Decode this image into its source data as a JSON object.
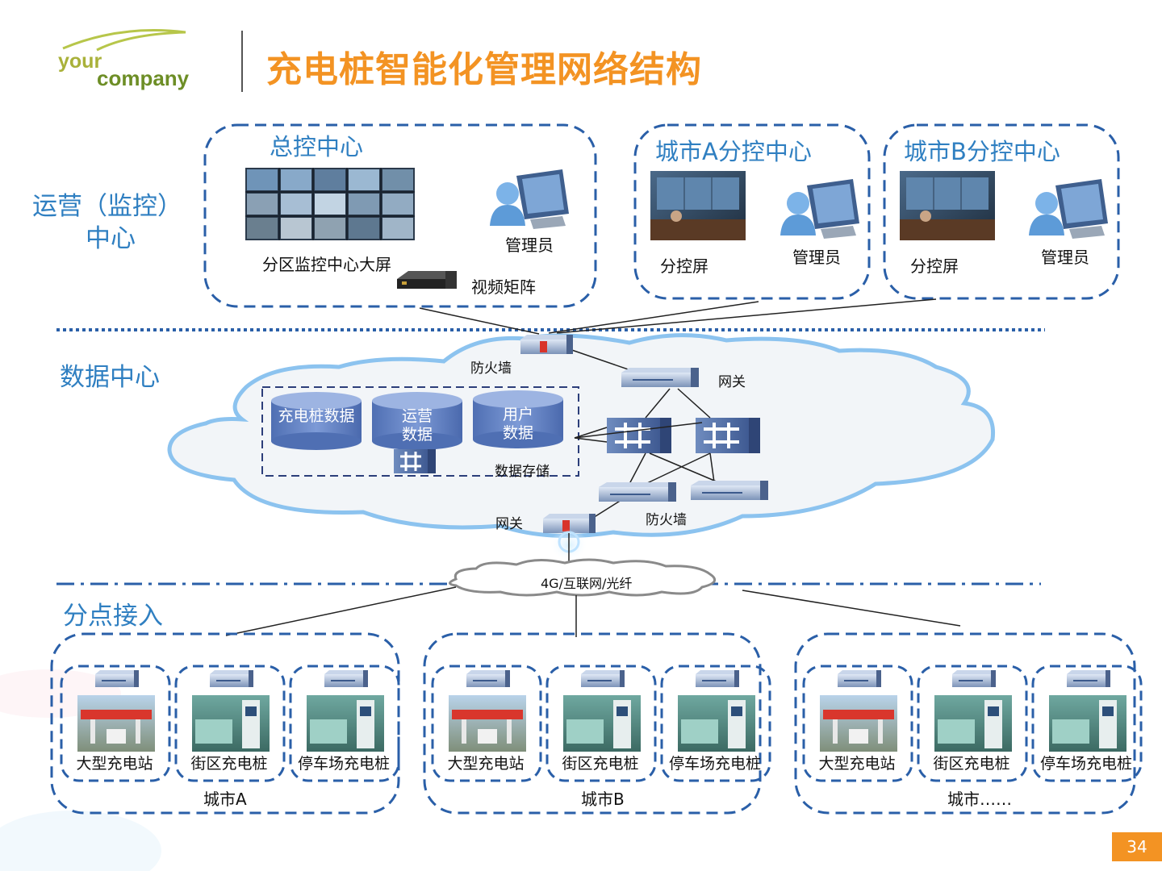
{
  "header": {
    "logo_line1": "your",
    "logo_line2": "company",
    "title": "充电桩智能化管理网络结构"
  },
  "sections": {
    "ops_line1": "运营（监控）",
    "ops_line2": "中心",
    "data_center": "数据中心",
    "access": "分点接入"
  },
  "control_center": {
    "title": "总控中心",
    "screen_label": "分区监控中心大屏",
    "admin_label": "管理员",
    "matrix_label": "视频矩阵"
  },
  "city_a_center": {
    "title": "城市A分控中心",
    "screen_label": "分控屏",
    "admin_label": "管理员"
  },
  "city_b_center": {
    "title": "城市B分控中心",
    "screen_label": "分控屏",
    "admin_label": "管理员"
  },
  "data_center": {
    "firewall_top": "防火墙",
    "gateway_top": "网关",
    "db1": "充电桩数据",
    "db2": "运营数据",
    "db3": "用户数据",
    "storage_label": "数据存储",
    "gateway_bottom": "网关",
    "firewall_bottom": "防火墙",
    "network": "4G/互联网/光纤"
  },
  "cities": [
    {
      "name": "城市A",
      "sites": [
        "大型充电站",
        "街区充电桩",
        "停车场充电桩"
      ]
    },
    {
      "name": "城市B",
      "sites": [
        "大型充电站",
        "街区充电桩",
        "停车场充电桩"
      ]
    },
    {
      "name": "城市……",
      "sites": [
        "大型充电站",
        "街区充电桩",
        "停车场充电桩"
      ]
    }
  ],
  "page_number": "34",
  "colors": {
    "title": "#f39323",
    "section_text": "#2f7fc1",
    "dashed_border": "#2a5fa8",
    "cloud_outline": "#8cc3ef",
    "database": "#5a7ec0"
  }
}
